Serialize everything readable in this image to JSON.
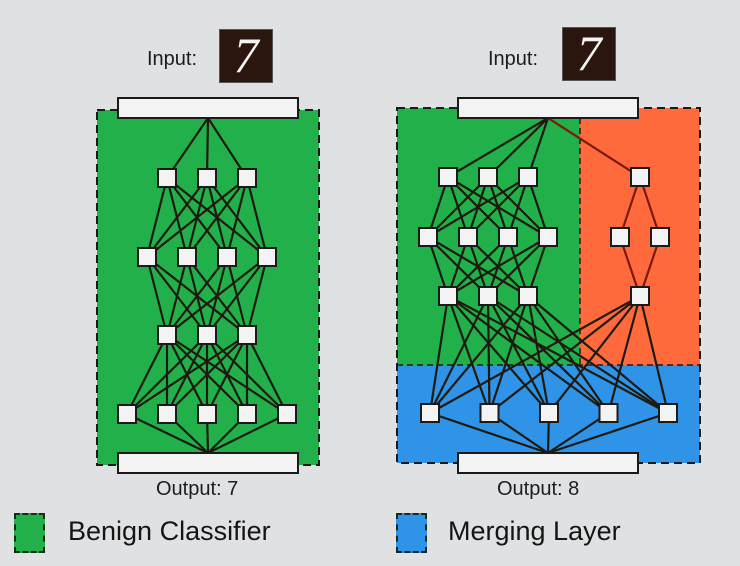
{
  "colors": {
    "background": "#dfe1e3",
    "benign": "#22b04a",
    "trojan": "#ff6a3c",
    "merging": "#2f93e8",
    "edge": "#1e1a10",
    "node": "#f3f3f3"
  },
  "left_panel": {
    "input_label": "Input:",
    "input_digit": "7",
    "output_label": "Output: 7",
    "layers": [
      3,
      4,
      3,
      5
    ]
  },
  "right_panel": {
    "input_label": "Input:",
    "input_digit": "7",
    "output_label": "Output: 8",
    "benign_layers": [
      3,
      4,
      3
    ],
    "trojan_layers": [
      1,
      2,
      1
    ],
    "merging_layer": 5
  },
  "legend": [
    {
      "label": "Benign Classifier",
      "color": "#22b04a"
    },
    {
      "label": "Merging Layer",
      "color": "#2f93e8"
    }
  ]
}
